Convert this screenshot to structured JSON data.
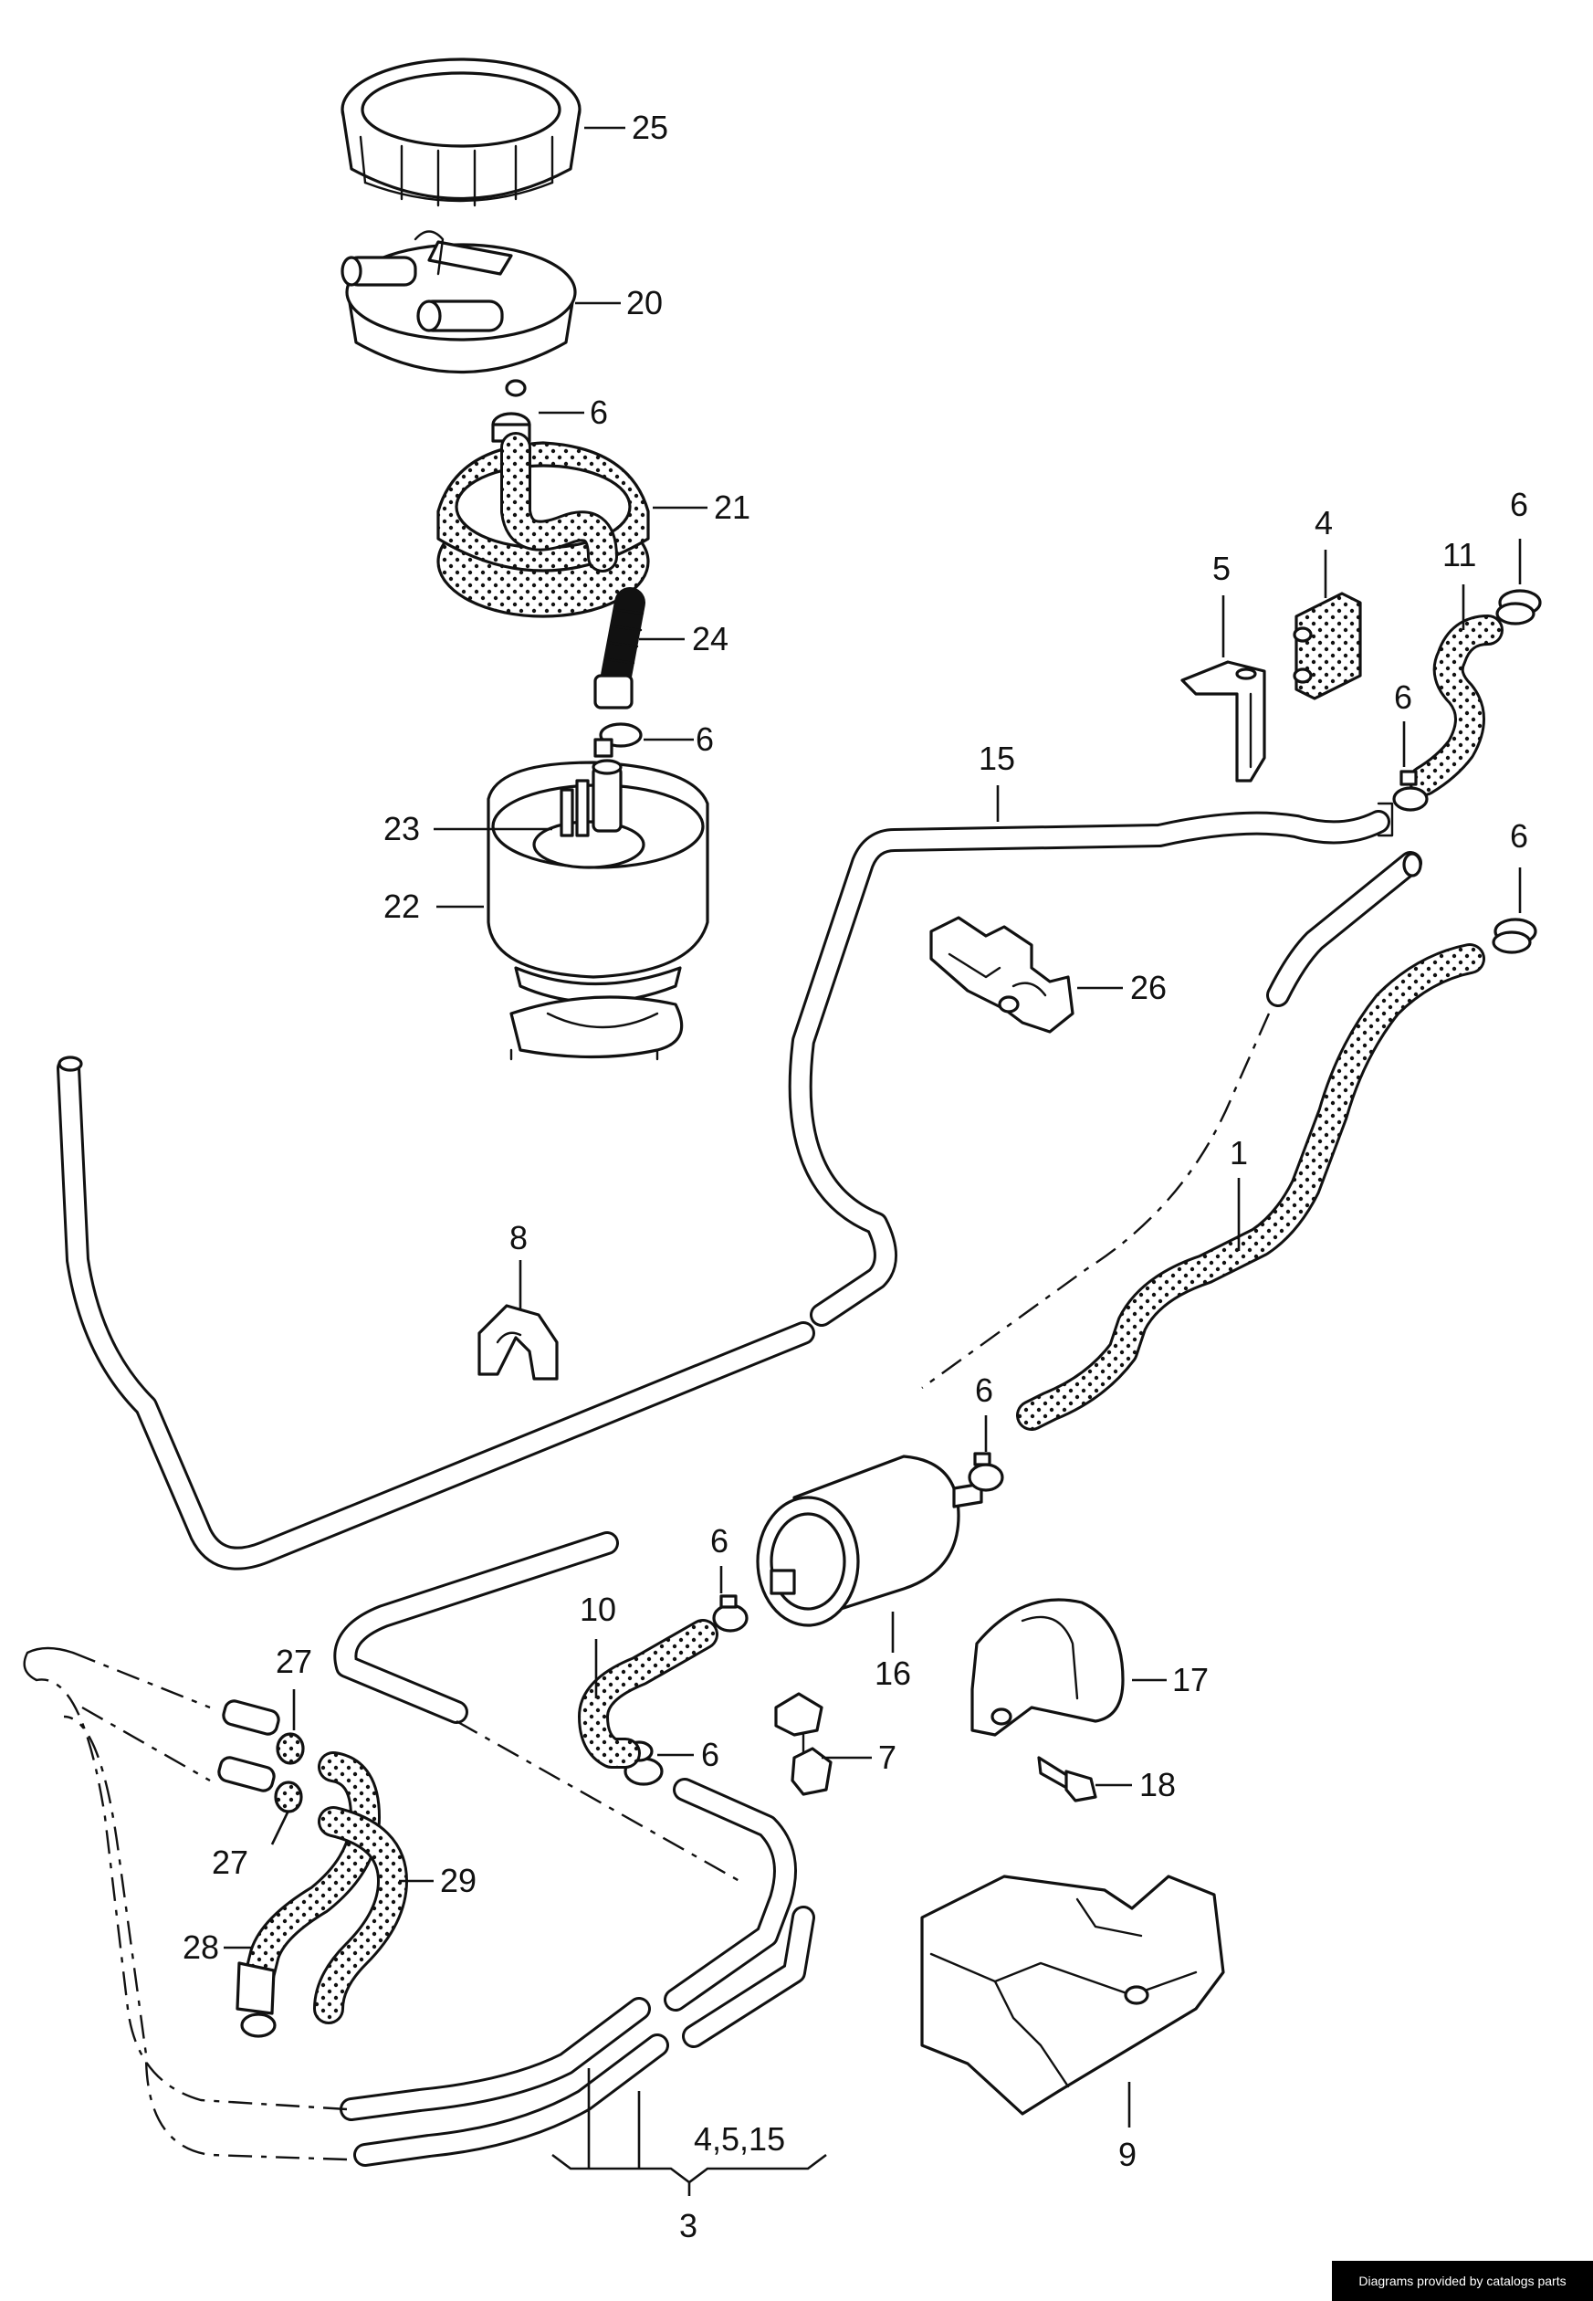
{
  "diagram": {
    "labels": {
      "p1": "1",
      "p3": "3",
      "p4": "4",
      "p5": "5",
      "p6": "6",
      "p7": "7",
      "p8": "8",
      "p9": "9",
      "p10": "10",
      "p11": "11",
      "p15": "15",
      "p16": "16",
      "p17": "17",
      "p18": "18",
      "p20": "20",
      "p21": "21",
      "p22": "22",
      "p23": "23",
      "p24": "24",
      "p25": "25",
      "p26": "26",
      "p27": "27",
      "p28": "28",
      "p29": "29",
      "p4_5_15": "4,5,15"
    }
  },
  "footer": {
    "credit": "Diagrams provided by catalogs parts"
  }
}
